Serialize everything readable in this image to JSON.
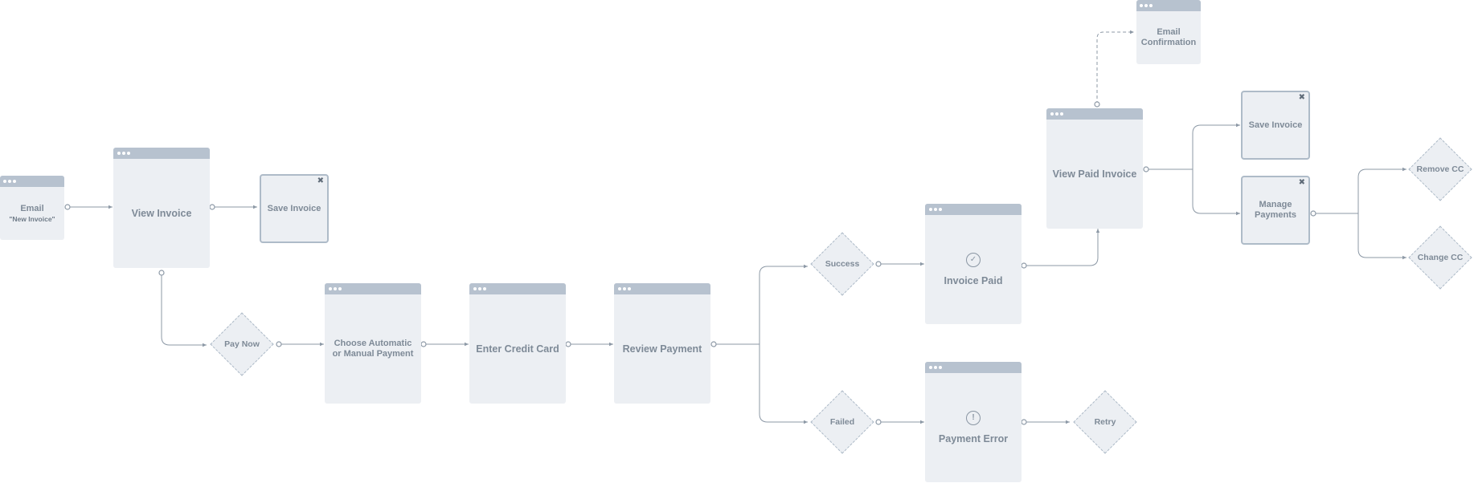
{
  "nodes": {
    "email": {
      "label": "Email",
      "sub": "\"New Invoice\""
    },
    "view_invoice": {
      "label": "View Invoice"
    },
    "save_invoice_1": {
      "label": "Save Invoice",
      "close": "✖"
    },
    "pay_now": {
      "label": "Pay Now"
    },
    "choose_payment": {
      "label": "Choose Automatic or Manual Payment"
    },
    "enter_cc": {
      "label": "Enter Credit Card"
    },
    "review_payment": {
      "label": "Review Payment"
    },
    "success": {
      "label": "Success"
    },
    "failed": {
      "label": "Failed"
    },
    "invoice_paid": {
      "label": "Invoice Paid",
      "icon": "check-circle-icon",
      "glyph": "✓"
    },
    "payment_error": {
      "label": "Payment Error",
      "icon": "exclamation-circle-icon",
      "glyph": "!"
    },
    "retry": {
      "label": "Retry"
    },
    "view_paid_invoice": {
      "label": "View Paid Invoice"
    },
    "email_confirmation": {
      "label": "Email Confirmation"
    },
    "save_invoice_2": {
      "label": "Save Invoice",
      "close": "✖"
    },
    "manage_payments": {
      "label": "Manage Payments",
      "close": "✖"
    },
    "remove_cc": {
      "label": "Remove CC"
    },
    "change_cc": {
      "label": "Change CC"
    }
  },
  "colors": {
    "screen": "#eceff3",
    "titlebar": "#b7c2cf",
    "text": "#7e8a97",
    "connector": "#8d99a6"
  }
}
